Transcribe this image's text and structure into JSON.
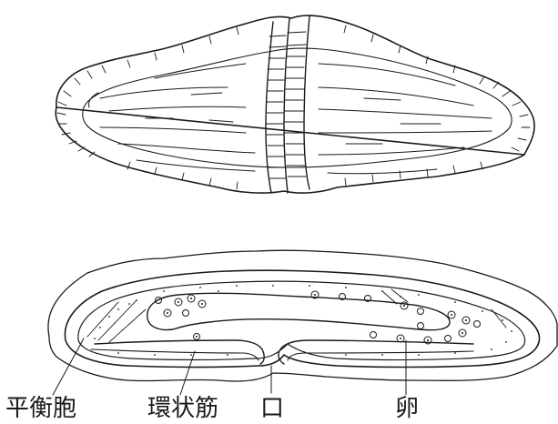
{
  "labels": {
    "statocyst": "平衡胞",
    "circular_muscle": "環状筋",
    "mouth": "口",
    "egg": "卵"
  },
  "colors": {
    "ink": "#1a1a1a",
    "paper": "#ffffff"
  }
}
